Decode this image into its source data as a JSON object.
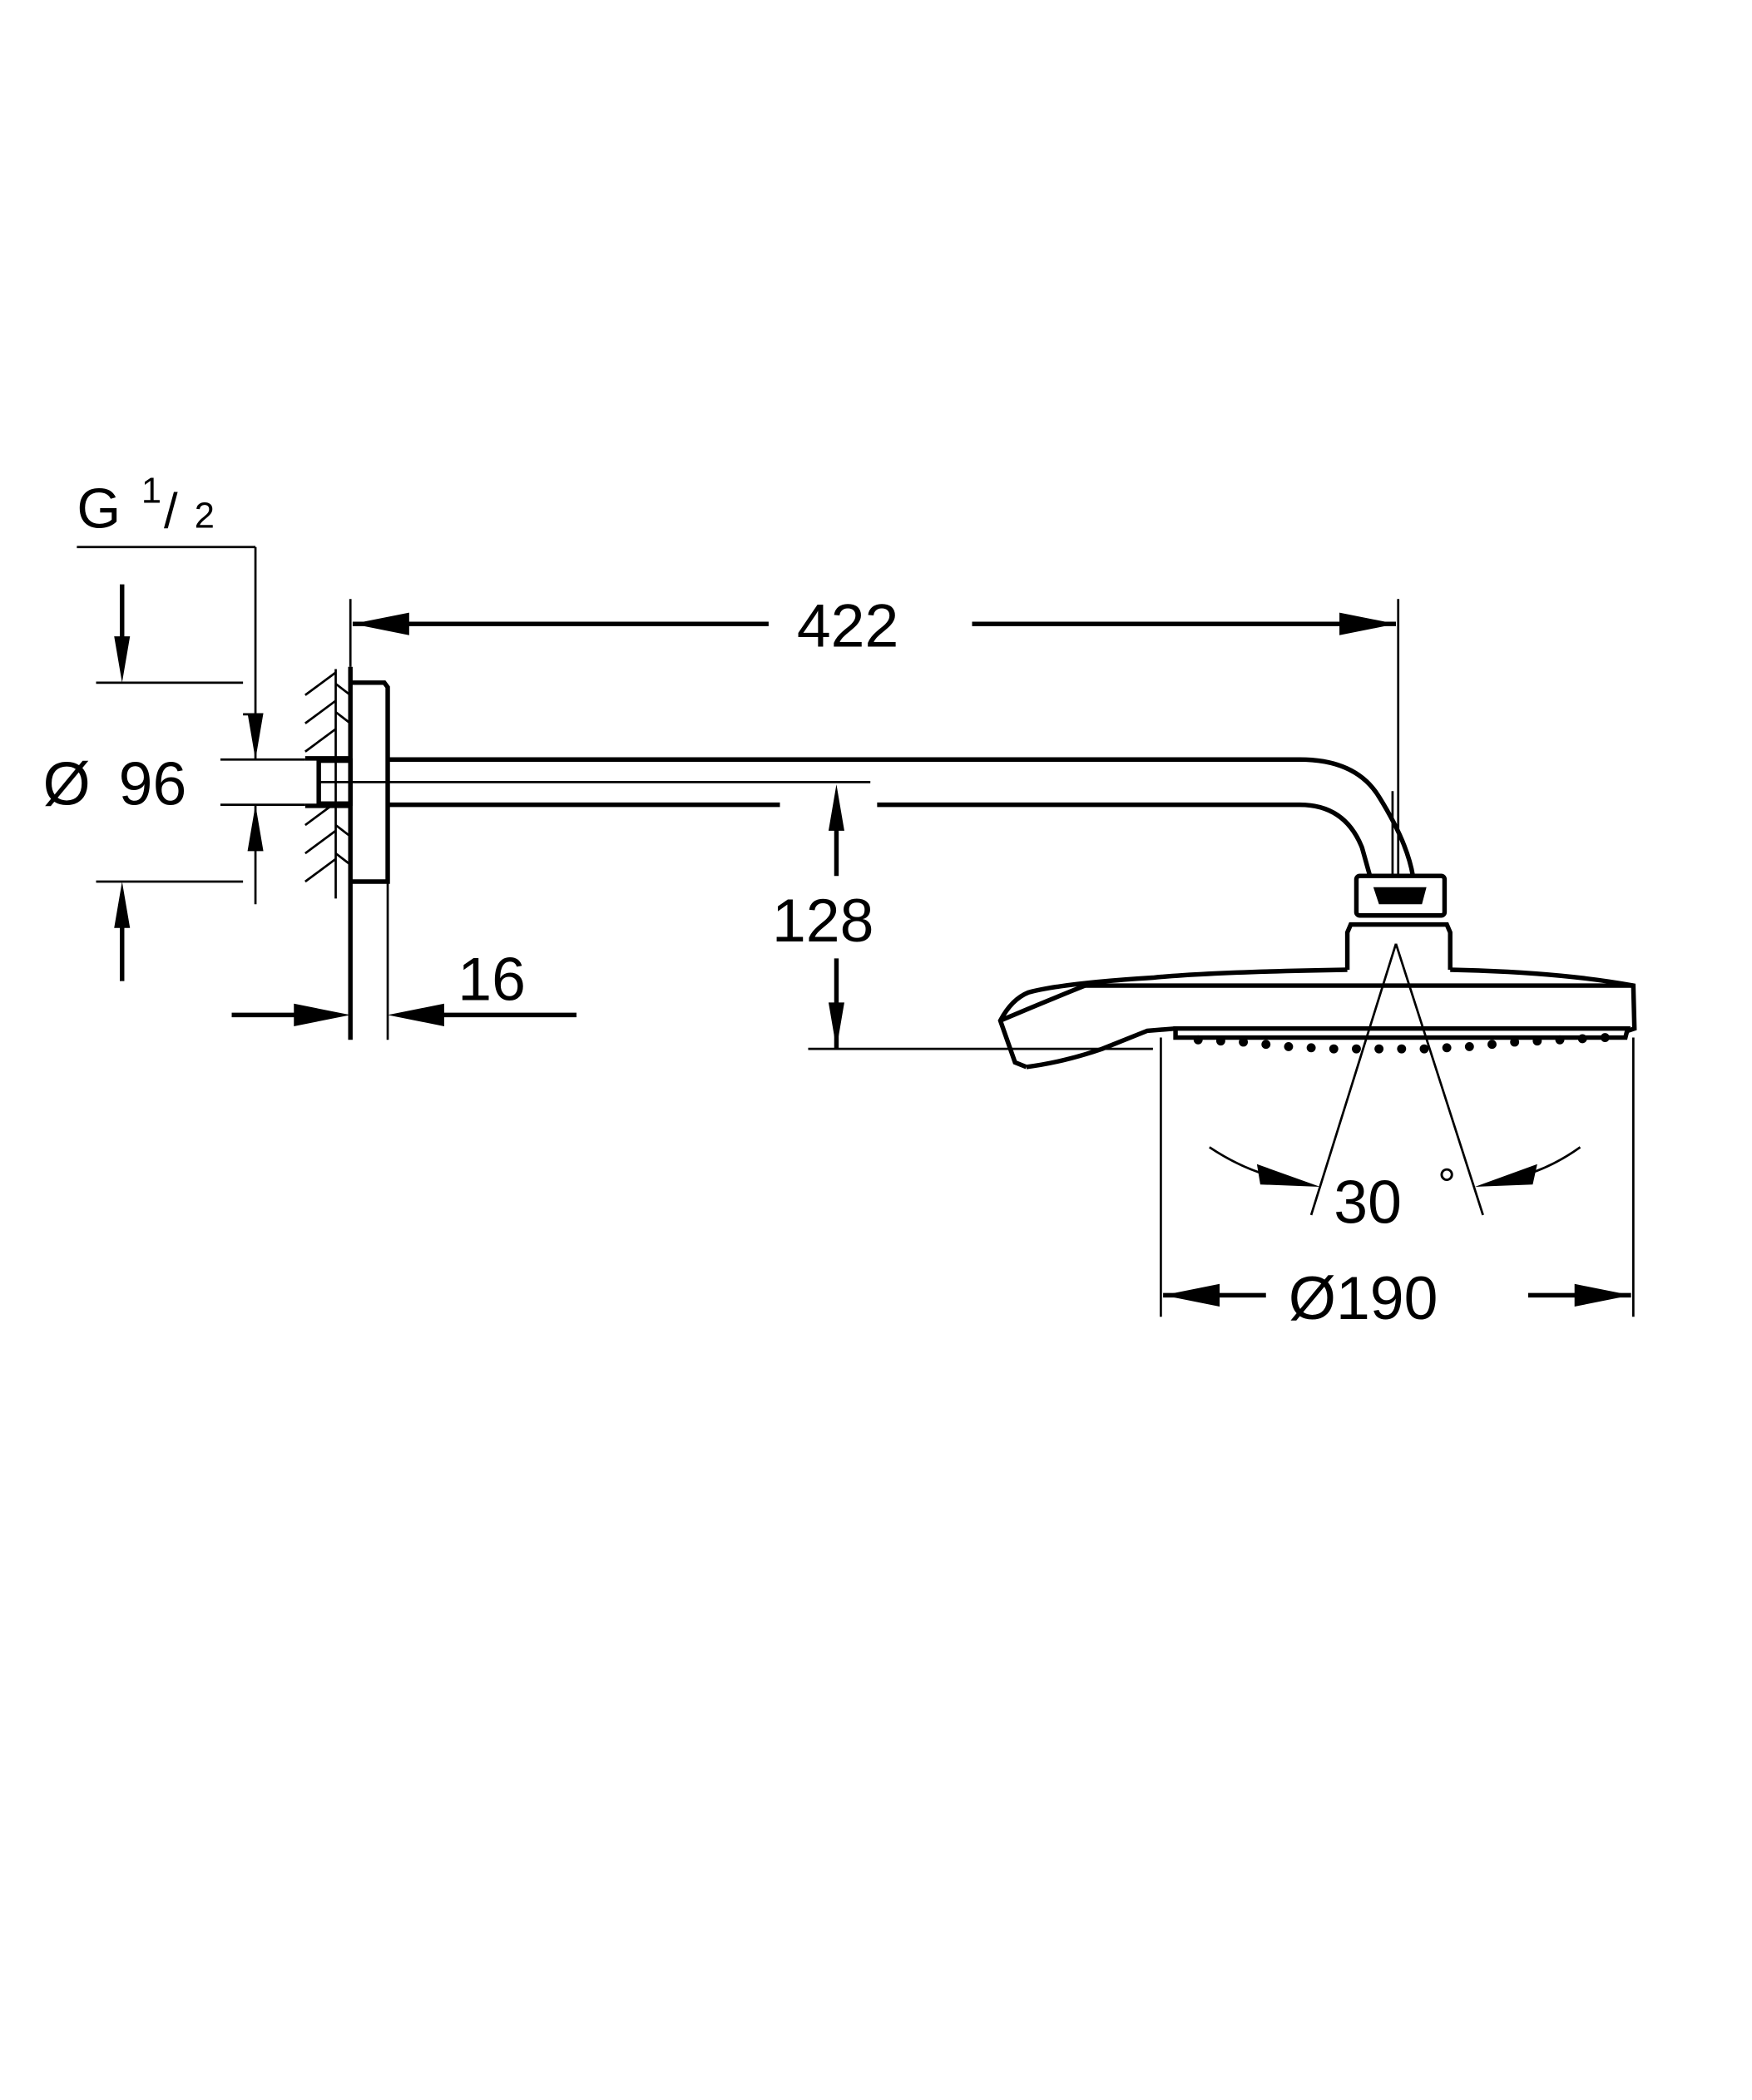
{
  "drawing": {
    "title": "Shower arm with head shower – dimensional drawing",
    "colors": {
      "line": "#000000",
      "background": "#ffffff"
    },
    "labels": {
      "thread": {
        "main": "G",
        "sup": "1",
        "slash": "/",
        "sub": "2"
      },
      "rosette_diameter": "Ø96",
      "rosette_diameter_symbol": "Ø",
      "rosette_diameter_value": "96",
      "arm_projection": "422",
      "drop_height": "128",
      "rosette_depth": "16",
      "spray_angle": "30°",
      "spray_angle_value": "30",
      "spray_angle_unit": "°",
      "head_diameter": "Ø190"
    }
  }
}
